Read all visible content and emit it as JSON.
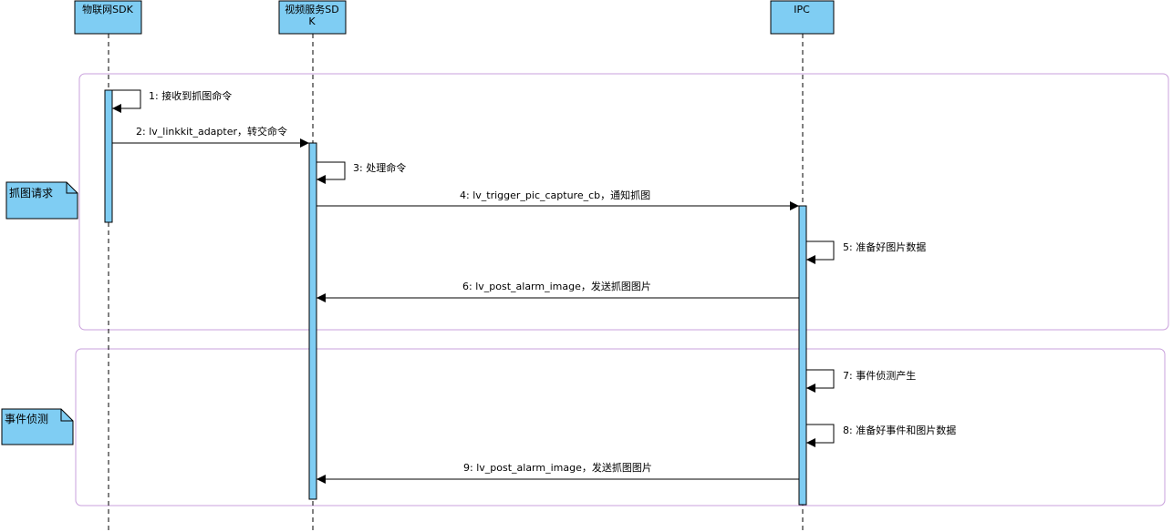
{
  "participants": [
    {
      "id": "iot_sdk",
      "label": "物联网SDK"
    },
    {
      "id": "video_sdk",
      "label_line1": "视频服务SD",
      "label_line2": "K"
    },
    {
      "id": "ipc",
      "label": "IPC"
    }
  ],
  "fragments": [
    {
      "id": "capture",
      "note": "抓图请求"
    },
    {
      "id": "event",
      "note": "事件侦测"
    }
  ],
  "messages": [
    {
      "n": 1,
      "text": "1: 接收到抓图命令"
    },
    {
      "n": 2,
      "text": "2: lv_linkkit_adapter，转交命令"
    },
    {
      "n": 3,
      "text": "3: 处理命令"
    },
    {
      "n": 4,
      "text": "4: lv_trigger_pic_capture_cb，通知抓图"
    },
    {
      "n": 5,
      "text": "5: 准备好图片数据"
    },
    {
      "n": 6,
      "text": "6: lv_post_alarm_image，发送抓图图片"
    },
    {
      "n": 7,
      "text": "7: 事件侦测产生"
    },
    {
      "n": 8,
      "text": "8: 准备好事件和图片数据"
    },
    {
      "n": 9,
      "text": "9: lv_post_alarm_image，发送抓图图片"
    }
  ],
  "colors": {
    "participant_fill": "#7fcdf3",
    "fragment_border": "#c9a0dc",
    "note_fill": "#7fcdf3"
  }
}
